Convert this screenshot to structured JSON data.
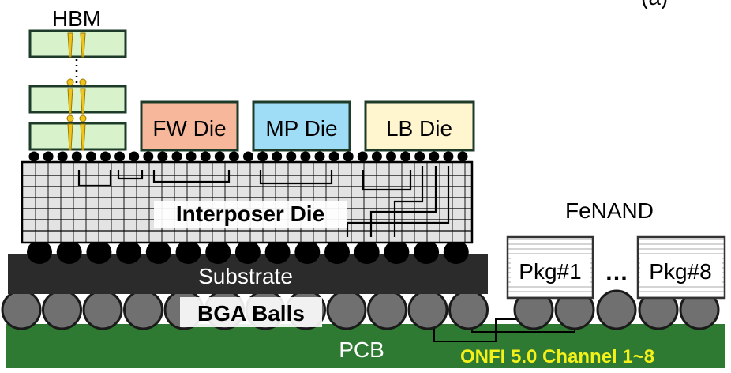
{
  "corner_mark": "(a)",
  "hbm": {
    "label": "HBM",
    "stack_color": "#d8f3cc"
  },
  "dies": [
    {
      "label": "FW Die",
      "color": "#f6b79a"
    },
    {
      "label": "MP Die",
      "color": "#9fdcf5"
    },
    {
      "label": "LB Die",
      "color": "#fff5cf"
    }
  ],
  "interposer": {
    "label": "Interposer Die",
    "color": "#e3e3e3"
  },
  "substrate": {
    "label": "Substrate",
    "color": "#2b2b2b"
  },
  "bga": {
    "label": "BGA Balls",
    "ball_color": "#707070"
  },
  "pcb": {
    "label": "PCB",
    "color": "#2f7a32"
  },
  "fenand": {
    "label": "FeNAND",
    "packages": [
      "Pkg#1",
      "Pkg#8"
    ],
    "ellipsis": "…"
  },
  "onfi": {
    "label": "ONFI 5.0 Channel 1~8",
    "color": "#f3f01a"
  },
  "icons": [
    "tsv-icon",
    "microbump-icon",
    "bga-ball-icon",
    "routing-trace-icon"
  ]
}
